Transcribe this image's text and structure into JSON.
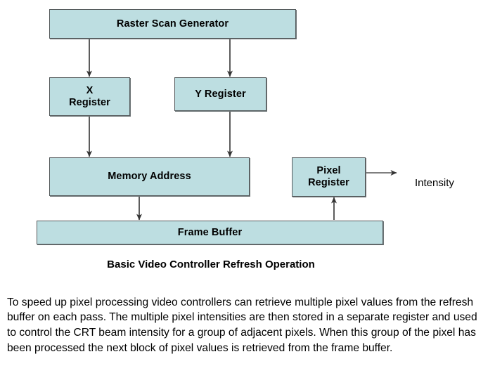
{
  "colors": {
    "node_fill": "#bddee1",
    "node_border": "#555a5c",
    "node_shadow": "#6d7476",
    "connector": "#333333",
    "text": "#000000",
    "background": "#ffffff"
  },
  "diagram": {
    "nodes": [
      {
        "id": "raster-scan-generator",
        "label": "Raster Scan Generator",
        "lines": [
          "Raster Scan Generator"
        ]
      },
      {
        "id": "x-register",
        "label": "X Register",
        "lines": [
          "X",
          "Register"
        ]
      },
      {
        "id": "y-register",
        "label": "Y Register",
        "lines": [
          "Y Register"
        ]
      },
      {
        "id": "memory-address",
        "label": "Memory Address",
        "lines": [
          "Memory Address"
        ]
      },
      {
        "id": "pixel-register",
        "label": "Pixel Register",
        "lines": [
          "Pixel",
          "Register"
        ]
      },
      {
        "id": "frame-buffer",
        "label": "Frame Buffer",
        "lines": [
          "Frame Buffer"
        ]
      }
    ],
    "connectors": [
      {
        "id": "raster-to-x-register",
        "from": "raster-scan-generator",
        "to": "x-register",
        "direction": "down"
      },
      {
        "id": "raster-to-y-register",
        "from": "raster-scan-generator",
        "to": "y-register",
        "direction": "down"
      },
      {
        "id": "x-register-to-memory-address",
        "from": "x-register",
        "to": "memory-address",
        "direction": "down"
      },
      {
        "id": "y-register-to-memory-address",
        "from": "y-register",
        "to": "memory-address",
        "direction": "down"
      },
      {
        "id": "memory-address-to-frame-buffer",
        "from": "memory-address",
        "to": "frame-buffer",
        "direction": "down"
      },
      {
        "id": "frame-buffer-to-pixel-register",
        "from": "frame-buffer",
        "to": "pixel-register",
        "direction": "up"
      },
      {
        "id": "pixel-register-to-intensity",
        "from": "pixel-register",
        "to": "intensity",
        "direction": "right"
      }
    ],
    "output_label": "Intensity",
    "caption": "Basic Video Controller Refresh Operation"
  },
  "body": {
    "paragraph": "To speed up pixel processing video controllers can retrieve multiple pixel values from the refresh buffer on each pass. The multiple pixel intensities are then stored in a separate register and used to control the CRT beam intensity for a group of adjacent pixels. When this group of the pixel has been processed the next block of pixel values is retrieved from the frame buffer."
  }
}
